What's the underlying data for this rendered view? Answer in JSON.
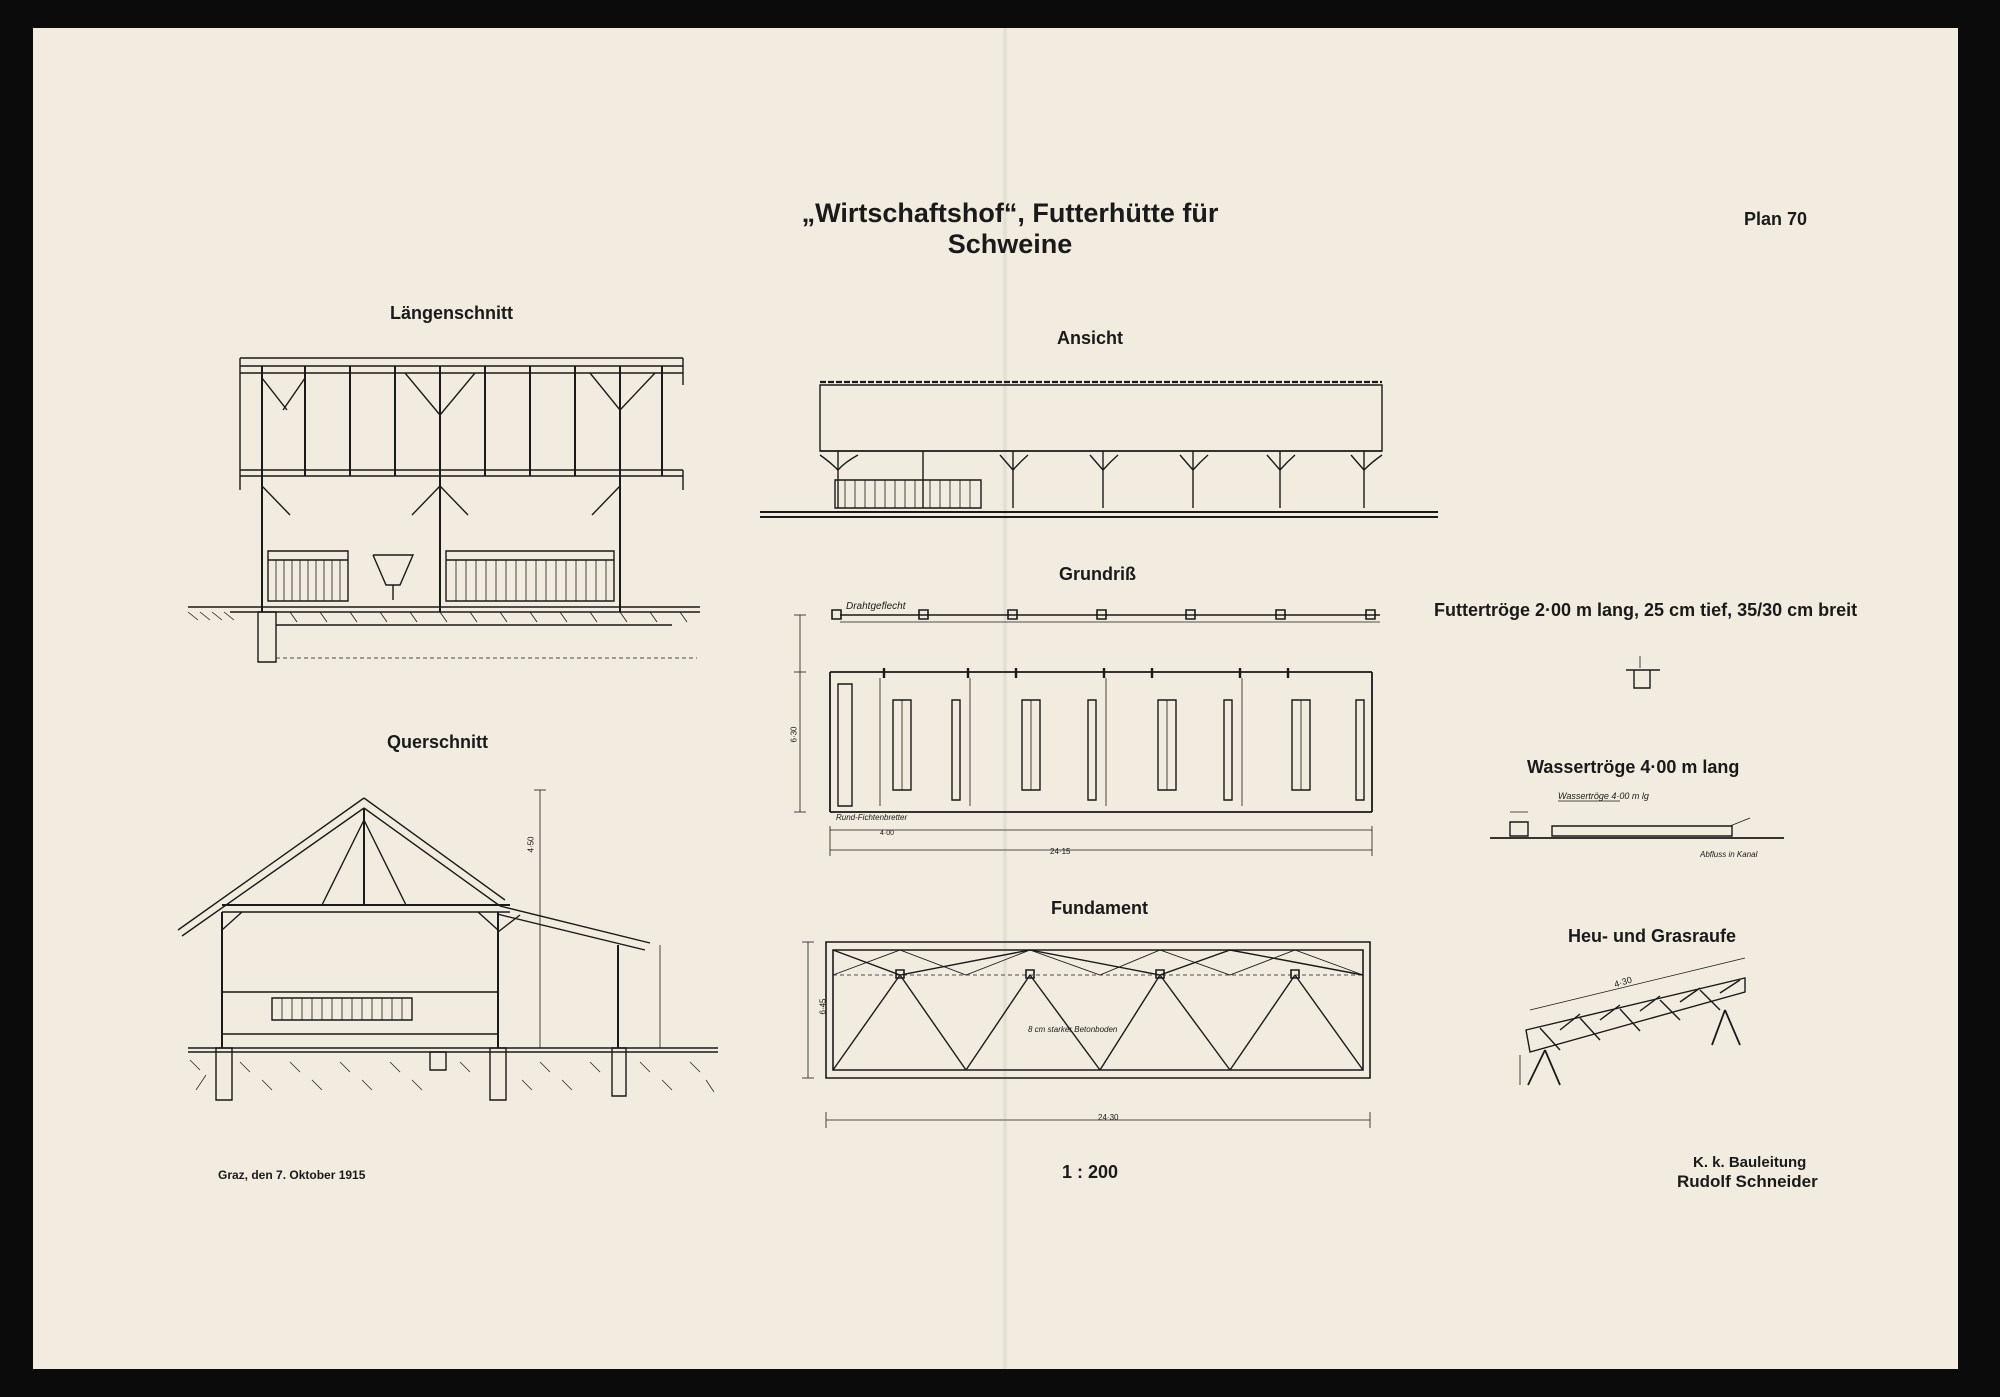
{
  "title": {
    "line1": "„Wirtschaftshof“, Futterhütte für",
    "line2": "Schweine"
  },
  "plan_number": "Plan 70",
  "views": {
    "laengenschnitt": "Längenschnitt",
    "querschnitt": "Querschnitt",
    "ansicht": "Ansicht",
    "grundriss": "Grundriß",
    "fundament": "Fundament"
  },
  "details": {
    "futtertroege": "Futtertröge 2·00 m lang, 25 cm tief, 35/30 cm breit",
    "wassertroege": "Wassertröge 4·00 m lang",
    "raufe": "Heu- und Grasraufe"
  },
  "plan_annotations": {
    "grundriss_top": "Drahtgeflecht",
    "grundriss_bottom": "Rund-Fichtenbretter",
    "grundriss_total": "24·15",
    "grundriss_depth": "6·30",
    "grundriss_bay": "4·00",
    "fundament_total": "24·30",
    "fundament_depth": "6·45",
    "fundament_note": "8 cm starker Betonboden",
    "wasser_note": "Wassertröge 4·00 m lg",
    "abfluss": "Abfluss in Kanal",
    "raufe_len": "4·30",
    "quer_height": "4·50"
  },
  "scale": "1 : 200",
  "place_date": "Graz, den 7. Oktober 1915",
  "authority": {
    "line1": "K. k. Bauleitung",
    "line2": "Rudolf Schneider"
  },
  "colors": {
    "paper": "#f1ecdf",
    "ink": "#1a1a1a",
    "border": "#0b0b0b"
  }
}
